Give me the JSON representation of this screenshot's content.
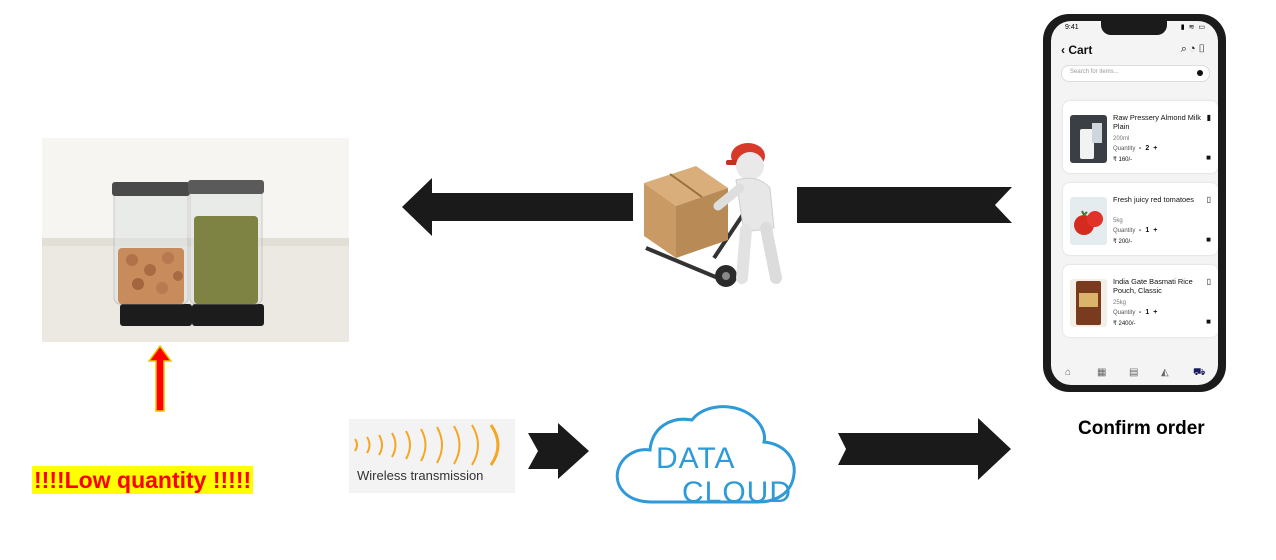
{
  "alert": {
    "low_quantity": "!!!!Low quantity !!!!!"
  },
  "wireless": {
    "label": "Wireless transmission"
  },
  "cloud": {
    "line1": "DATA",
    "line2": "CLOUD"
  },
  "confirm_order": "Confirm order",
  "colors": {
    "alert_text": "#ff0000",
    "alert_bg": "#ffff00",
    "arrow": "#1a1a1a",
    "cloud_blue": "#2e9ad7",
    "signal_orange": "#f5a623"
  },
  "phone": {
    "status_time": "9:41",
    "header_title": "Cart",
    "search_placeholder": "Search for items...",
    "quantity_label": "Quantity",
    "items": [
      {
        "name": "Raw Pressery Almond Milk Plain",
        "size": "200ml",
        "quantity": "2",
        "price": "₹ 160/-"
      },
      {
        "name": "Fresh juicy red tomatoes",
        "size": "5kg",
        "quantity": "1",
        "price": "₹ 200/-"
      },
      {
        "name": "India Gate Basmati Rice Pouch, Classic",
        "size": "25kg",
        "quantity": "1",
        "price": "₹ 2400/-"
      }
    ],
    "nav_icons": [
      "home-icon",
      "grid-icon",
      "list-icon",
      "serve-icon",
      "cart-icon"
    ]
  }
}
